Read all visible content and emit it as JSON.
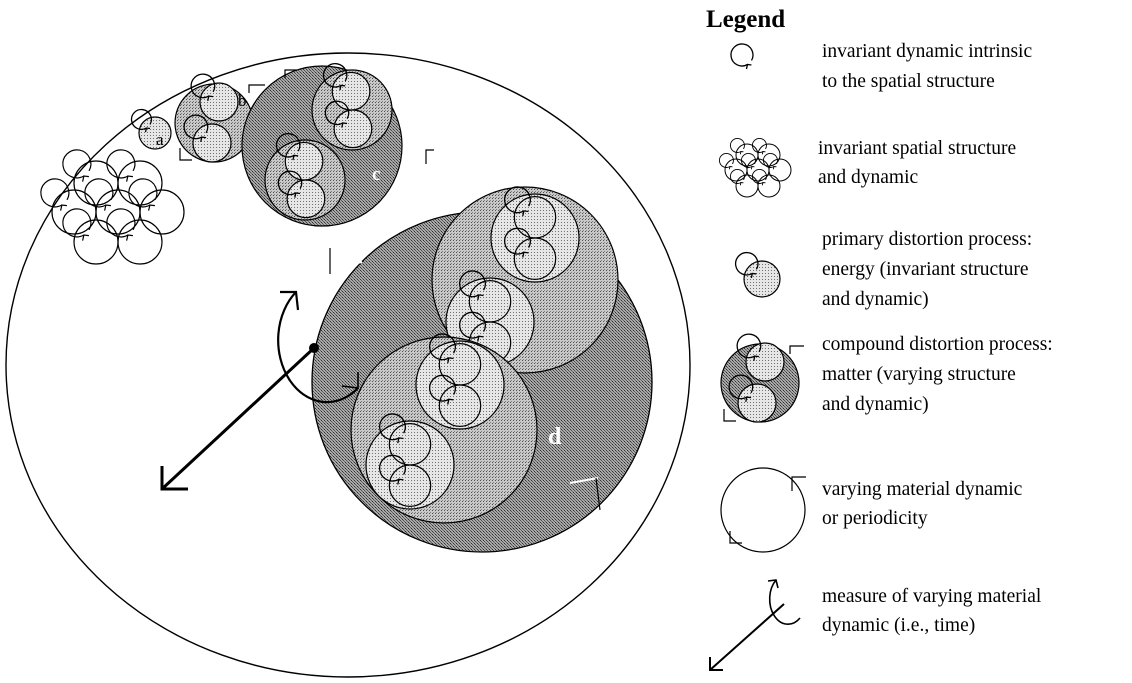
{
  "legend": {
    "title": "Legend",
    "items": [
      {
        "icon": "invariant-dynamic-icon",
        "lines": [
          "invariant dynamic intrinsic",
          "to the spatial structure"
        ]
      },
      {
        "icon": "invariant-spatial-structure-icon",
        "lines": [
          "invariant spatial structure",
          "and dynamic"
        ]
      },
      {
        "icon": "primary-distortion-icon",
        "lines": [
          "primary distortion process:",
          "energy (invariant structure",
          "and dynamic)"
        ]
      },
      {
        "icon": "compound-distortion-icon",
        "lines": [
          "compound distortion process:",
          "matter (varying structure",
          "and dynamic)"
        ]
      },
      {
        "icon": "varying-dynamic-icon",
        "lines": [
          "varying material dynamic",
          "or periodicity"
        ]
      },
      {
        "icon": "time-measure-icon",
        "lines": [
          "measure of varying material",
          "dynamic (i.e., time)"
        ]
      }
    ]
  },
  "labels": {
    "a": "a",
    "b": "b",
    "c": "c",
    "d": "d"
  },
  "colors": {
    "stroke": "#000000",
    "primary_fill": "#d8d8d8",
    "compound_fill": "#b4b4b4",
    "large_fill": "#8c8c8c",
    "text_on_dark": "#ffffff"
  }
}
